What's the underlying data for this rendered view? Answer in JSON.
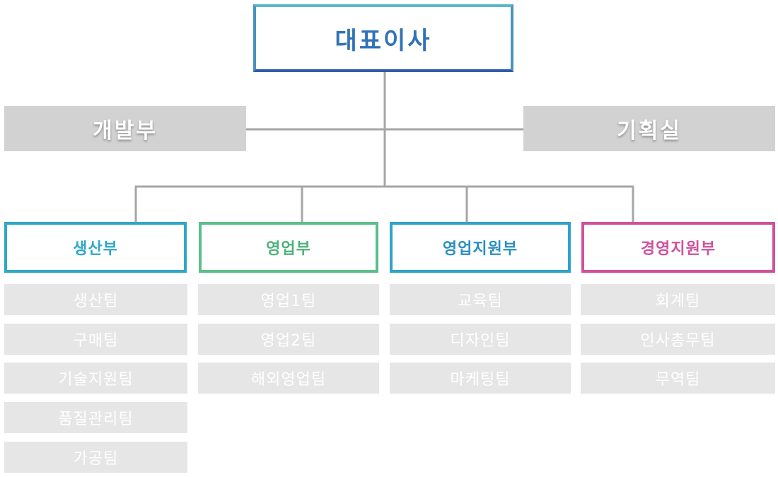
{
  "chart": {
    "ceo": "대표이사",
    "left_staff": "개발부",
    "right_staff": "기획실",
    "departments": [
      {
        "name": "생산부",
        "color": "#2fa7c6",
        "teams": [
          "생산팀",
          "구매팀",
          "기술지원팀",
          "품질관리팀",
          "가공팀"
        ]
      },
      {
        "name": "영업부",
        "color": "#5cbf8a",
        "teams": [
          "영업1팀",
          "영업2팀",
          "해외영업팀"
        ]
      },
      {
        "name": "영업지원부",
        "color": "#2fa3c8",
        "teams": [
          "교육팀",
          "디자인팀",
          "마케팅팀"
        ]
      },
      {
        "name": "경영지원부",
        "color": "#d0509c",
        "teams": [
          "회계팀",
          "인사총무팀",
          "무역팀"
        ]
      }
    ],
    "line_color": "#a6a6a6",
    "team_box_color": "#e6e6e6",
    "staff_box_color": "#d2d2d2",
    "ceo_text_color": "#2f72b8"
  }
}
